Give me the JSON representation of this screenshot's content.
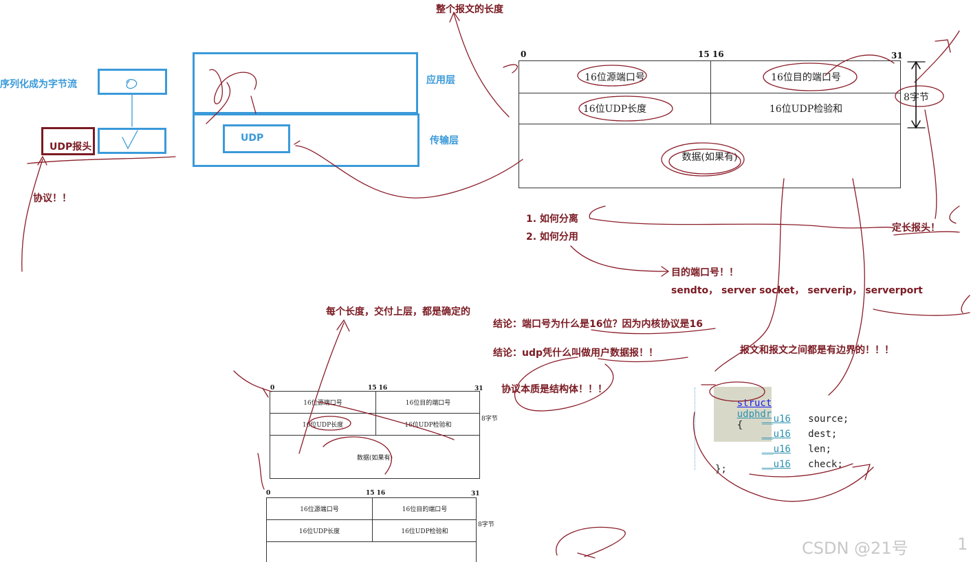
{
  "left": {
    "serialize_label": "序列化成为字节流",
    "udp_header_label": "UDP报头",
    "protocol_label": "协议！！"
  },
  "layers": {
    "udp_label": "UDP",
    "app_layer": "应用层",
    "transport_layer": "传输层"
  },
  "top_note": "整个报文的长度",
  "header_main": {
    "bit_0": "0",
    "bit_15_16": "15 16",
    "bit_31": "31",
    "src_port": "16位源端口号",
    "dst_port": "16位目的端口号",
    "udp_len": "16位UDP长度",
    "udp_checksum": "16位UDP检验和",
    "data": "数据(如果有)",
    "size_label": "8字节"
  },
  "questions": {
    "q1": "1. 如何分离",
    "q2": "2. 如何分用"
  },
  "fixed_header": "定长报头！",
  "dest_port_note": "目的端口号！！",
  "api_line": "sendto， server socket， serverip， serverport",
  "each_length": "每个长度，交付上层，都是确定的",
  "conclusion_1": "结论：端口号为什么是16位？因为内核协议是16",
  "conclusion_2": "结论：udp凭什么叫做用户数据报！！",
  "boundary_note": "报文和报文之间都是有边界的！！！",
  "protocol_struct_note": "协议本质是结构体！！！",
  "code": {
    "line1_kw": "struct",
    "line1_name": "udphdr",
    "line1_brace": "{",
    "fields": [
      {
        "type": "__u16",
        "name": "source;"
      },
      {
        "type": "__u16",
        "name": "dest;"
      },
      {
        "type": "__u16",
        "name": "len;"
      },
      {
        "type": "__u16",
        "name": "check;"
      }
    ],
    "close": "};"
  },
  "header_small_1": {
    "bit_0": "0",
    "bit_15_16": "15 16",
    "bit_31": "31",
    "src_port": "16位源端口号",
    "dst_port": "16位目的端口号",
    "udp_len": "16位UDP长度",
    "udp_checksum": "16位UDP检验和",
    "data": "数据(如果有)",
    "size_label": "8字节"
  },
  "header_small_2": {
    "bit_0": "0",
    "bit_15_16": "15 16",
    "bit_31": "31",
    "src_port": "16位源端口号",
    "dst_port": "16位目的端口号",
    "udp_len": "16位UDP长度",
    "udp_checksum": "16位UDP检验和",
    "size_label": "8字节"
  },
  "watermark": "CSDN @21号",
  "page_no": "1"
}
